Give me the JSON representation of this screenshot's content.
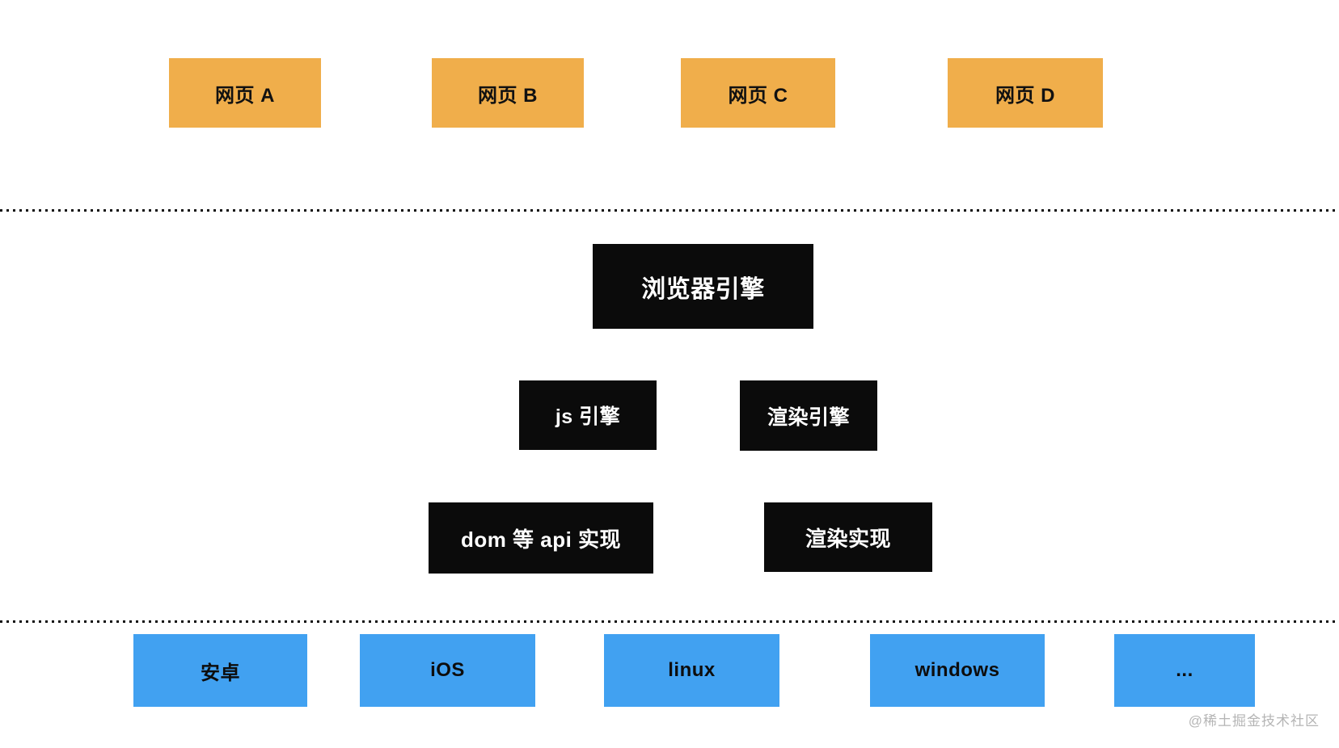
{
  "diagram": {
    "web_pages": {
      "items": [
        {
          "label": "网页 A"
        },
        {
          "label": "网页 B"
        },
        {
          "label": "网页 C"
        },
        {
          "label": "网页 D"
        }
      ]
    },
    "browser_engine": {
      "label": "浏览器引擎"
    },
    "engines": {
      "items": [
        {
          "label": "js 引擎"
        },
        {
          "label": "渲染引擎"
        }
      ]
    },
    "implementations": {
      "items": [
        {
          "label": "dom 等 api 实现"
        },
        {
          "label": "渲染实现"
        }
      ]
    },
    "platforms": {
      "items": [
        {
          "label": "安卓"
        },
        {
          "label": "iOS"
        },
        {
          "label": "linux"
        },
        {
          "label": "windows"
        },
        {
          "label": "..."
        }
      ]
    }
  },
  "watermark": "@稀土掘金技术社区",
  "colors": {
    "page_background": "#ffffff",
    "web_page_box": "#f0ae4b",
    "engine_box": "#0b0b0b",
    "os_box": "#41a1f1",
    "dark_text": "#111111",
    "light_text": "#ffffff",
    "separator_dots": "#111111",
    "watermark_text": "#b5b5b5"
  }
}
